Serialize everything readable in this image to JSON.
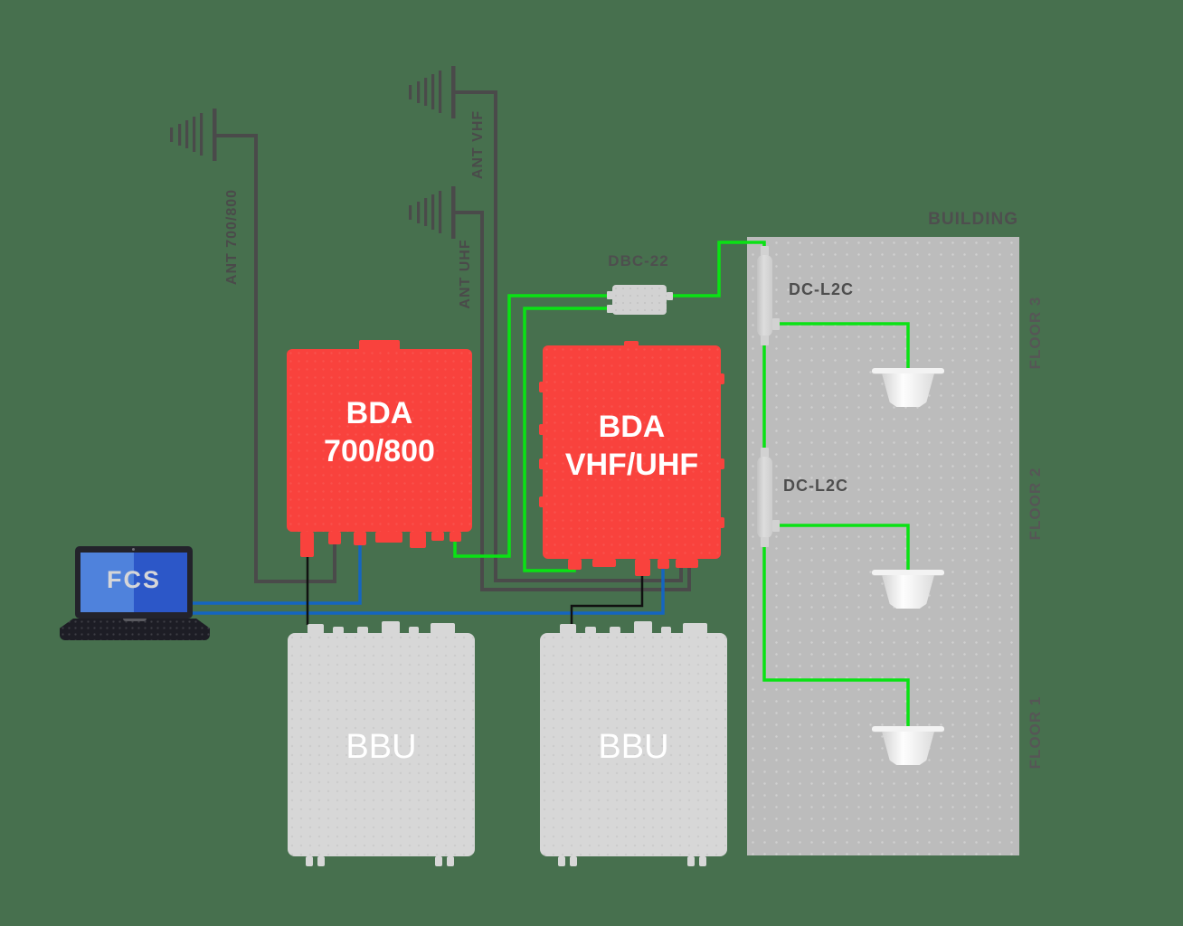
{
  "diagram": {
    "background_color": "#47704e",
    "antennas": [
      {
        "id": "ant-700-800",
        "label": "ANT 700/800"
      },
      {
        "id": "ant-vhf",
        "label": "ANT VHF"
      },
      {
        "id": "ant-uhf",
        "label": "ANT UHF"
      }
    ],
    "combiner": {
      "label": "DBC-22"
    },
    "bda_700_800": {
      "line1": "BDA",
      "line2": "700/800",
      "color": "#f9423d"
    },
    "bda_vhf_uhf": {
      "line1": "BDA",
      "line2": "VHF/UHF",
      "color": "#f9423d"
    },
    "fcs": {
      "label": "FCS"
    },
    "bbu1": {
      "label": "BBU"
    },
    "bbu2": {
      "label": "BBU"
    },
    "couplers": [
      {
        "label": "DC-L2C"
      },
      {
        "label": "DC-L2C"
      }
    ],
    "building": {
      "label": "BUILDING",
      "floors": [
        {
          "label": "FLOOR 3"
        },
        {
          "label": "FLOOR 2"
        },
        {
          "label": "FLOOR 1"
        }
      ]
    },
    "wire_colors": {
      "antenna_feed": "#4a4a4a",
      "rf_distribution": "#0ae214",
      "control": "#1565c0",
      "power": "#111111"
    }
  }
}
